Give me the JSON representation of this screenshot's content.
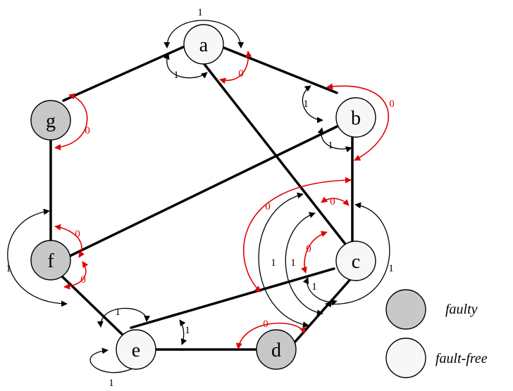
{
  "nodes": [
    {
      "id": "a",
      "label": "a",
      "status": "fault-free"
    },
    {
      "id": "b",
      "label": "b",
      "status": "fault-free"
    },
    {
      "id": "c",
      "label": "c",
      "status": "fault-free"
    },
    {
      "id": "d",
      "label": "d",
      "status": "faulty"
    },
    {
      "id": "e",
      "label": "e",
      "status": "fault-free"
    },
    {
      "id": "f",
      "label": "f",
      "status": "faulty"
    },
    {
      "id": "g",
      "label": "g",
      "status": "faulty"
    }
  ],
  "edges": [
    [
      "a",
      "b"
    ],
    [
      "a",
      "g"
    ],
    [
      "a",
      "c"
    ],
    [
      "b",
      "c"
    ],
    [
      "b",
      "f"
    ],
    [
      "c",
      "d"
    ],
    [
      "c",
      "e"
    ],
    [
      "d",
      "e"
    ],
    [
      "e",
      "f"
    ],
    [
      "f",
      "g"
    ]
  ],
  "test_labels": {
    "one": "1",
    "zero": "0"
  },
  "legend": {
    "faulty": "faulty",
    "fault_free": "fault-free"
  },
  "colors": {
    "edge": "#000000",
    "test_result_1": "#000000",
    "test_result_0": "#e00000",
    "faulty_fill": "#c8c8c8",
    "fault_free_fill": "#f7f7f7"
  }
}
